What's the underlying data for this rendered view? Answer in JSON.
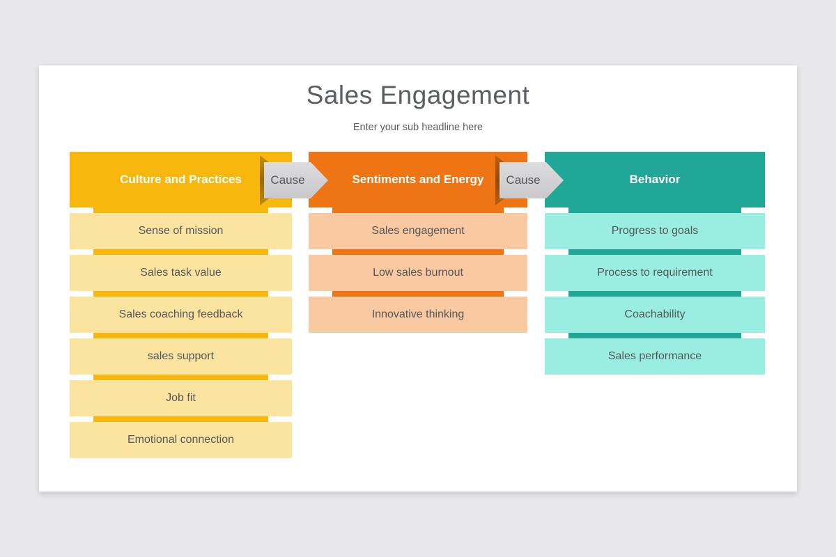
{
  "page": {
    "background_color": "#E8E8EA",
    "slide_color": "#FFFFFF"
  },
  "header": {
    "title": "Sales Engagement",
    "subtitle": "Enter your sub headline here"
  },
  "columns": [
    {
      "title": "Culture and Practices",
      "accent": "#F8B70D",
      "light": "#FBE3A0",
      "items": [
        "Sense of mission",
        "Sales task value",
        "Sales coaching feedback",
        "sales support",
        "Job fit",
        "Emotional connection"
      ]
    },
    {
      "title": "Sentiments and Energy",
      "accent": "#EF7414",
      "light": "#F9C9A1",
      "items": [
        "Sales engagement",
        "Low sales burnout",
        "Innovative thinking"
      ]
    },
    {
      "title": "Behavior",
      "accent": "#20A797",
      "light": "#9AEEE1",
      "items": [
        "Progress to goals",
        "Process to requirement",
        "Coachability",
        "Sales performance"
      ]
    }
  ],
  "arrows": [
    {
      "label": "Cause"
    },
    {
      "label": "Cause"
    }
  ],
  "text_colors": {
    "title": "#5A5D61",
    "item": "#54575B",
    "arrow_label": "#54565A"
  }
}
